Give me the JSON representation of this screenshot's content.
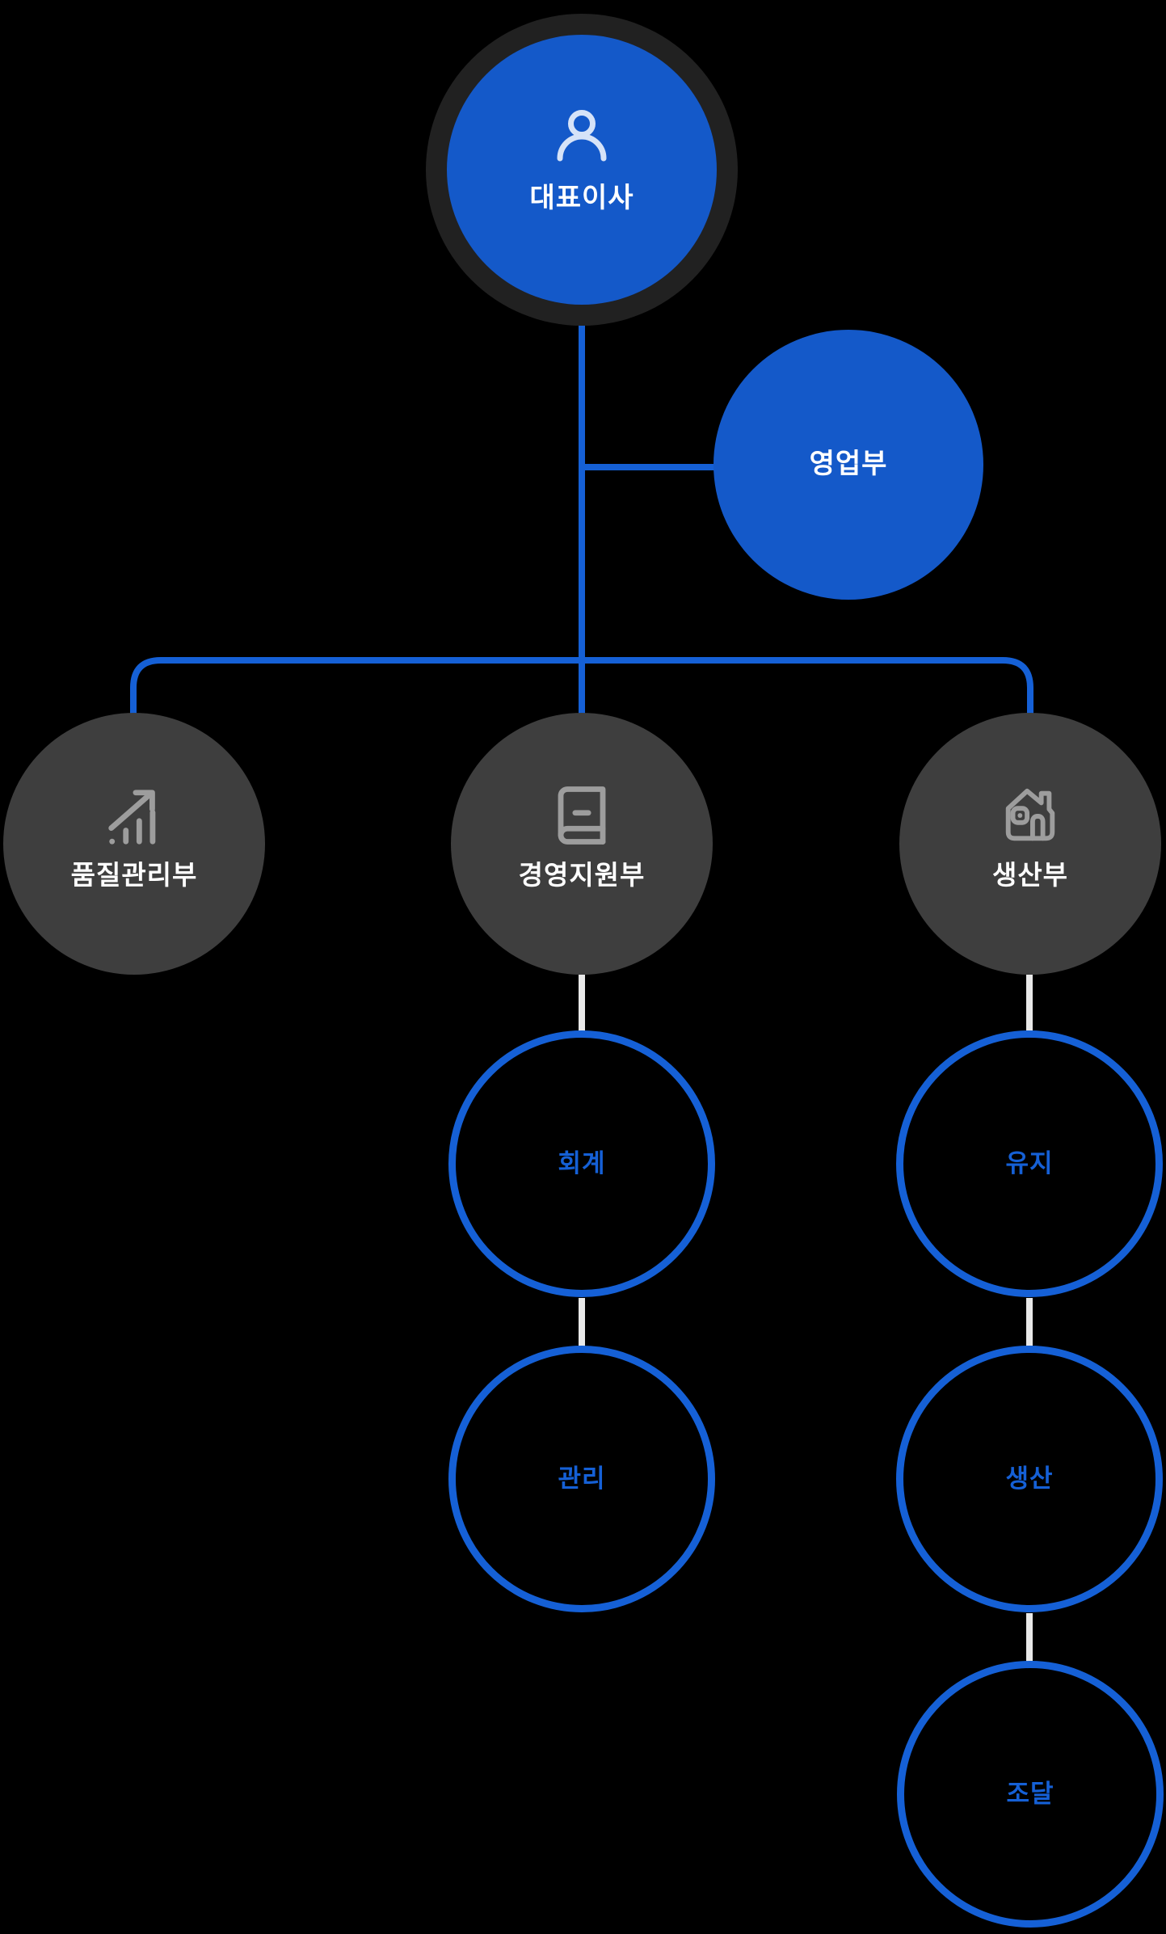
{
  "page": {
    "background_color": "#000000",
    "type": "organization-chart"
  },
  "palette": {
    "node_blue_fill": "#1459C9",
    "node_blue_stroke": "#1560D6",
    "node_gray_fill": "#3E3E3E",
    "root_ring": "#212121",
    "connector_blue": "#1560D6",
    "connector_light": "#E9E9E9",
    "icon_gray": "#9D9D9D",
    "icon_light_blue": "#D6E3F8",
    "label_white": "#FFFFFF"
  },
  "org_chart": {
    "root": {
      "label": "대표이사",
      "icon": "person-icon"
    },
    "sales": {
      "label": "영업부"
    },
    "departments": [
      {
        "label": "품질관리부",
        "icon": "chart-up-icon",
        "children": []
      },
      {
        "label": "경영지원부",
        "icon": "book-icon",
        "children": [
          "회계",
          "관리"
        ]
      },
      {
        "label": "생산부",
        "icon": "house-icon",
        "children": [
          "유지",
          "생산",
          "조달"
        ]
      }
    ],
    "sub_nodes": [
      {
        "label": "회계",
        "parent": "경영지원부"
      },
      {
        "label": "관리",
        "parent": "경영지원부"
      },
      {
        "label": "유지",
        "parent": "생산부"
      },
      {
        "label": "생산",
        "parent": "생산부"
      },
      {
        "label": "조달",
        "parent": "생산부"
      }
    ]
  }
}
